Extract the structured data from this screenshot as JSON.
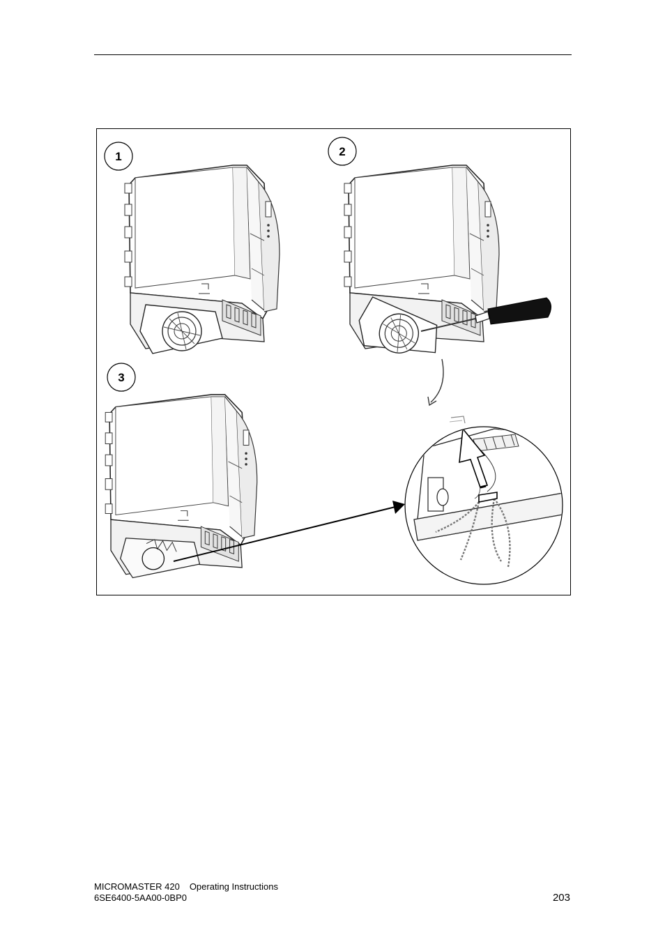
{
  "figure": {
    "steps": [
      {
        "number": "1"
      },
      {
        "number": "2"
      },
      {
        "number": "3"
      }
    ]
  },
  "footer": {
    "product": "MICROMASTER 420",
    "doc_type": "Operating Instructions",
    "order_number": "6SE6400-5AA00-0BP0",
    "page_number": "203"
  }
}
